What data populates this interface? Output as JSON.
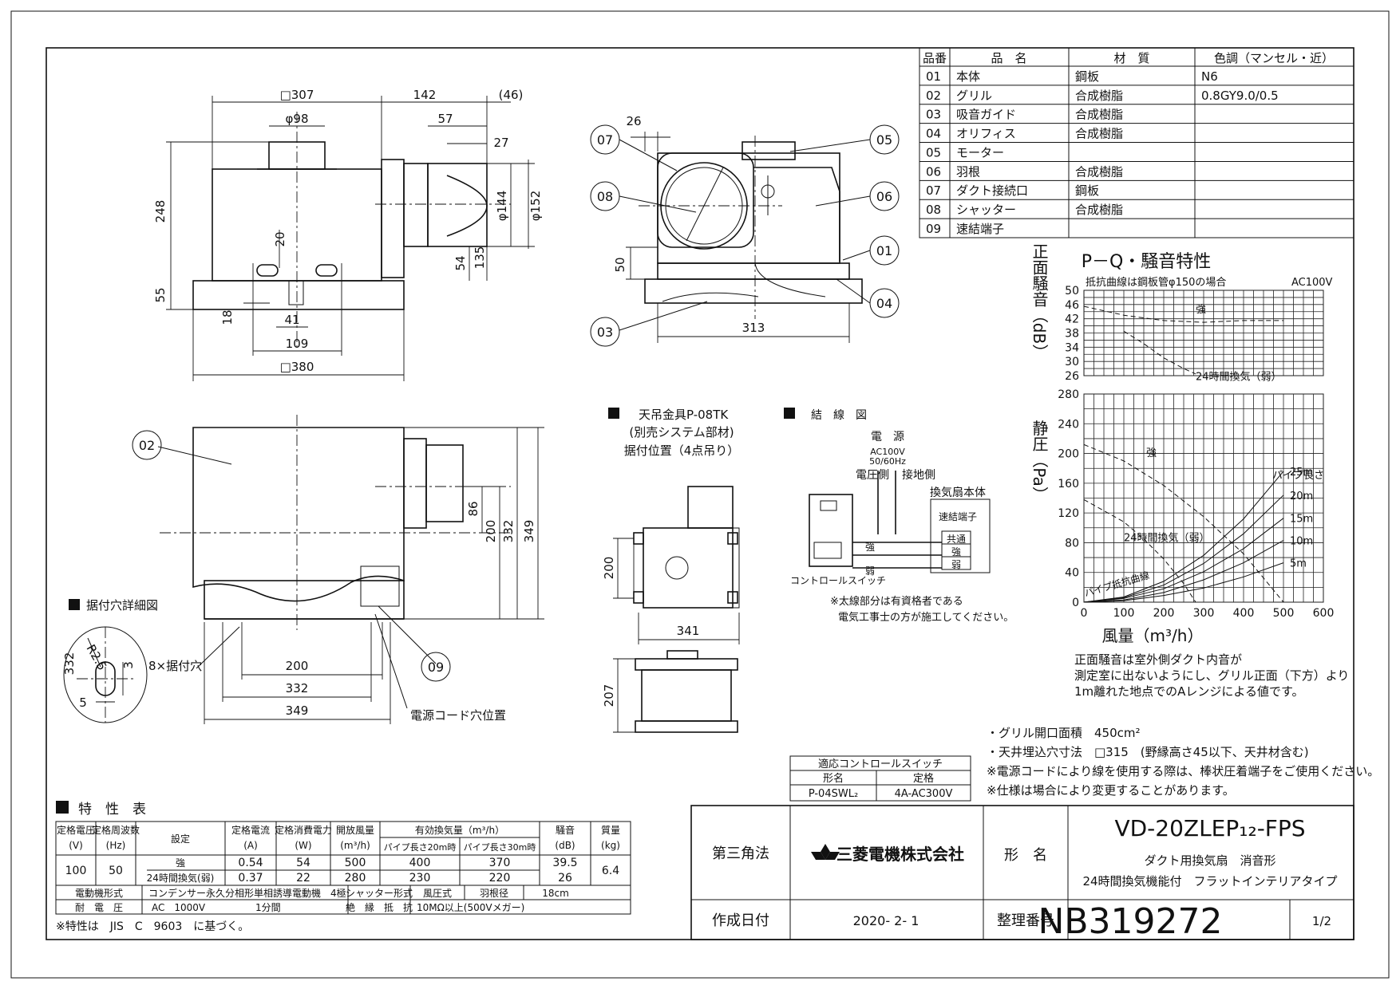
{
  "parts_table": {
    "headers": [
      "品番",
      "品　名",
      "材　質",
      "色調（マンセル・近）"
    ],
    "rows": [
      [
        "01",
        "本体",
        "鋼板",
        "N6"
      ],
      [
        "02",
        "グリル",
        "合成樹脂",
        "0.8GY9.0/0.5"
      ],
      [
        "03",
        "吸音ガイド",
        "合成樹脂",
        ""
      ],
      [
        "04",
        "オリフィス",
        "合成樹脂",
        ""
      ],
      [
        "05",
        "モーター",
        "",
        ""
      ],
      [
        "06",
        "羽根",
        "合成樹脂",
        ""
      ],
      [
        "07",
        "ダクト接続口",
        "鋼板",
        ""
      ],
      [
        "08",
        "シャッター",
        "合成樹脂",
        ""
      ],
      [
        "09",
        "速結端子",
        "",
        ""
      ]
    ]
  },
  "top_view_dims": {
    "d307": "□307",
    "d142": "142",
    "d46": "(46)",
    "d98": "φ98",
    "d57": "57",
    "d27": "27",
    "d248": "248",
    "d144": "φ144",
    "d152": "φ152",
    "d20": "20",
    "d54": "54",
    "d135": "135",
    "d55": "55",
    "d18": "18",
    "d41": "41",
    "d109": "109",
    "d380": "□380"
  },
  "side_view_dims": {
    "d26": "26",
    "d50": "50",
    "d313": "313"
  },
  "front_view_dims": {
    "d86": "86",
    "d200v": "200",
    "d332v": "332",
    "d349v": "349",
    "d200": "200",
    "d332": "332",
    "d349": "349",
    "holes": "8×据付穴",
    "cord": "電源コード穴位置"
  },
  "callouts": [
    "01",
    "02",
    "03",
    "04",
    "05",
    "06",
    "07",
    "08",
    "09"
  ],
  "mount_detail": {
    "title": "据付穴詳細図",
    "r": "R2.5",
    "d3": "3",
    "d5": "5",
    "d332": "332"
  },
  "hanger": {
    "title": "天吊金具P-08TK",
    "sub1": "(別売システム部材)",
    "sub2": "据付位置（4点吊り）",
    "d200": "200",
    "d341": "341",
    "d207": "207"
  },
  "wiring": {
    "title": "結　線　図",
    "power": "電　源",
    "voltage1": "AC100V",
    "voltage2": "50/60Hz",
    "voltage_side": "電圧側",
    "ground_side": "接地側",
    "fan_body": "換気扇本体",
    "terminal": "速結端子",
    "t_common": "共通",
    "t_strong": "強",
    "t_weak": "弱",
    "w_strong": "強",
    "w_weak": "弱",
    "switch": "コントロールスイッチ",
    "note1": "※太線部分は有資格者である",
    "note2": "電気工事士の方が施工してください。"
  },
  "chart_data": [
    {
      "type": "line",
      "title": "P－Q・騒音特性",
      "subtitle": "抵抗曲線は鋼板管φ150の場合",
      "supply": "AC100V",
      "ylabel": "正面騒音（dB）",
      "ylim": [
        26,
        50
      ],
      "yticks": [
        "50",
        "46",
        "42",
        "38",
        "34",
        "30",
        "26"
      ],
      "series": [
        {
          "name": "強",
          "x": [
            0,
            100,
            200,
            300,
            400,
            500
          ],
          "y": [
            45.5,
            43,
            41.5,
            41,
            41.5,
            41.5
          ]
        },
        {
          "name": "24時間換気（弱）",
          "x": [
            100,
            150,
            200,
            250,
            280
          ],
          "y": [
            38.5,
            35,
            31,
            28,
            26.5
          ]
        }
      ]
    },
    {
      "type": "line",
      "ylabel": "静圧（Pa）",
      "xlabel": "風量（m³/h）",
      "xlim": [
        0,
        600
      ],
      "ylim": [
        0,
        280
      ],
      "xticks": [
        "0",
        "100",
        "200",
        "300",
        "400",
        "500",
        "600"
      ],
      "yticks": [
        "280",
        "240",
        "200",
        "160",
        "120",
        "80",
        "40",
        "0"
      ],
      "pipe_length_label": "パイプ長さ",
      "resistance_label": "パイプ抵抗曲線",
      "series": [
        {
          "name": "強",
          "x": [
            0,
            100,
            200,
            300,
            400,
            500
          ],
          "y": [
            212,
            190,
            157,
            115,
            65,
            0
          ]
        },
        {
          "name": "24時間換気（弱）",
          "x": [
            0,
            100,
            150,
            200,
            250,
            280
          ],
          "y": [
            138,
            108,
            85,
            58,
            25,
            0
          ]
        },
        {
          "name": "25m",
          "x": [
            0,
            100,
            200,
            300,
            400,
            500
          ],
          "y": [
            0,
            7,
            28,
            63,
            112,
            176
          ]
        },
        {
          "name": "20m",
          "x": [
            0,
            100,
            200,
            300,
            400,
            500
          ],
          "y": [
            0,
            6,
            23,
            52,
            92,
            144
          ]
        },
        {
          "name": "15m",
          "x": [
            0,
            100,
            200,
            300,
            400,
            500
          ],
          "y": [
            0,
            5,
            18,
            41,
            72,
            113
          ]
        },
        {
          "name": "10m",
          "x": [
            0,
            100,
            200,
            300,
            400,
            500
          ],
          "y": [
            0,
            3,
            13,
            30,
            53,
            83
          ]
        },
        {
          "name": "5m",
          "x": [
            0,
            100,
            200,
            300,
            400,
            500
          ],
          "y": [
            0,
            2,
            9,
            19,
            34,
            53
          ]
        }
      ]
    }
  ],
  "chart_note": [
    "正面騒音は室外側ダクト内音が",
    "測定室に出ないようにし、グリル正面（下方）より",
    "1m離れた地点でのAレンジによる値です。"
  ],
  "notes": [
    "・グリル開口面積　450cm²",
    "・天井埋込穴寸法　□315　(野縁高さ45以下、天井材含む)",
    "※電源コードにより線を使用する際は、棒状圧着端子をご使用ください。",
    "※仕様は場合により変更することがあります。"
  ],
  "switch_table": {
    "title": "適応コントロールスイッチ",
    "h1": "形名",
    "h2": "定格",
    "model": "P-04SWL₂",
    "rating": "4A-AC300V"
  },
  "spec_table": {
    "title": "特　性　表",
    "h_voltage": "定格電圧",
    "h_voltage_u": "(V)",
    "h_freq": "定格周波数",
    "h_freq_u": "(Hz)",
    "h_setting": "設定",
    "h_current": "定格電流",
    "h_current_u": "(A)",
    "h_power": "定格消費電力",
    "h_power_u": "(W)",
    "h_open_air": "開放風量",
    "h_open_air_u": "(m³/h)",
    "h_effective": "有効換気量（m³/h）",
    "h_pipe20": "パイプ長さ20m時",
    "h_pipe30": "パイプ長さ30m時",
    "h_noise": "騒音",
    "h_noise_u": "(dB)",
    "h_mass": "質量",
    "h_mass_u": "(kg)",
    "voltage": "100",
    "freq": "50",
    "mass": "6.4",
    "rows": [
      {
        "setting": "強",
        "current": "0.54",
        "power": "54",
        "open": "500",
        "p20": "400",
        "p30": "370",
        "noise": "39.5"
      },
      {
        "setting": "24時間換気(弱)",
        "current": "0.37",
        "power": "22",
        "open": "280",
        "p20": "230",
        "p30": "220",
        "noise": "26"
      }
    ],
    "motor_label": "電動機形式",
    "motor_value": "コンデンサー永久分相形単相誘導電動機　4極",
    "shutter_label": "シャッター形式",
    "shutter_value": "風圧式",
    "blade_label": "羽根径",
    "blade_value": "18cm",
    "withstand_label": "耐　電　圧",
    "withstand_value": "AC　1000V",
    "withstand_time": "1分間",
    "insulation_label": "絶　縁　抵　抗",
    "insulation_value": "10MΩ以上(500Vメガー)",
    "footnote": "※特性は　JIS　C　9603　に基づく。"
  },
  "title_block": {
    "projection": "第三角法",
    "company": "三菱電機株式会社",
    "model_label": "形　名",
    "model": "VD-20ZLEP₁₂-FPS",
    "desc1": "ダクト用換気扇　消音形",
    "desc2": "24時間換気機能付　フラットインテリアタイプ",
    "date_label": "作成日付",
    "date": "2020- 2- 1",
    "number_label": "整理番号",
    "number": "NB319272",
    "page": "1/2"
  }
}
